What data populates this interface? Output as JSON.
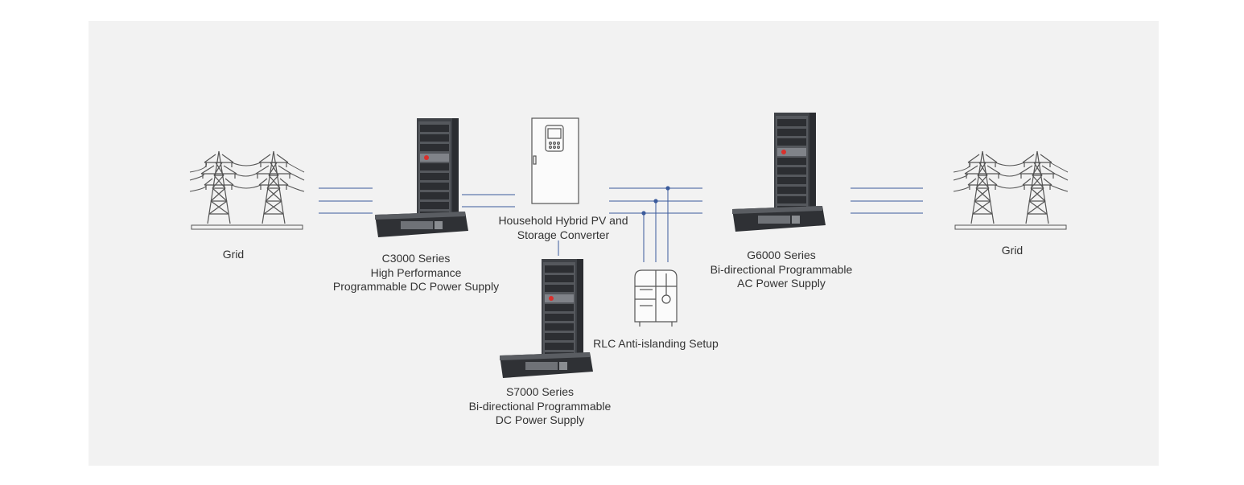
{
  "colors": {
    "background": "#ffffff",
    "panel": "#f2f2f2",
    "connector": "#3b5b9c",
    "outline": "#555555",
    "device_dark": "#3c3f44",
    "device_panel": "#6e7176",
    "accent_red": "#d9302c"
  },
  "nodes": {
    "grid_left": {
      "icon": "transmission-towers",
      "label": "Grid"
    },
    "c3000": {
      "icon": "rack-power-supply",
      "lines": [
        "C3000 Series",
        "High Performance",
        "Programmable DC Power Supply"
      ]
    },
    "converter": {
      "icon": "inverter-cabinet",
      "lines": [
        "Household Hybrid PV and",
        "Storage Converter"
      ]
    },
    "s7000": {
      "icon": "rack-power-supply",
      "lines": [
        "S7000 Series",
        "Bi-directional Programmable",
        "DC Power Supply"
      ]
    },
    "rlc": {
      "icon": "rlc-load-cabinet",
      "label": "RLC Anti-islanding Setup"
    },
    "g6000": {
      "icon": "rack-power-supply",
      "lines": [
        "G6000 Series",
        "Bi-directional Programmable",
        "AC Power Supply"
      ]
    },
    "grid_right": {
      "icon": "transmission-towers",
      "label": "Grid"
    }
  }
}
